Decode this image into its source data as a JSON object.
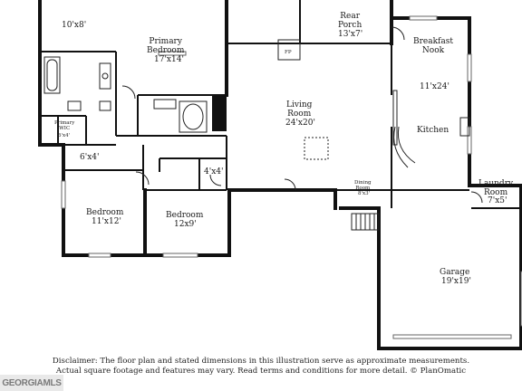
{
  "rooms": {
    "top_left_room": {
      "dims": "10'x8'"
    },
    "primary_bedroom": {
      "name": "Primary\nBedroom",
      "dims": "17'x14'"
    },
    "rear_porch": {
      "name": "Rear\nPorch",
      "dims": "13'x7'"
    },
    "breakfast_nook": {
      "name": "Breakfast\nNook",
      "dims": "11'x24'"
    },
    "fireplace": {
      "name": "FP"
    },
    "living_room": {
      "name": "Living\nRoom",
      "dims": "24'x20'"
    },
    "kitchen": {
      "name": "Kitchen"
    },
    "primary_wic": {
      "name": "Primary\nWIC",
      "dims": "6'x4'"
    },
    "closet_left": {
      "dims": "6'x4'"
    },
    "closet_mid": {
      "dims": "4'x4'"
    },
    "bedroom_left": {
      "name": "Bedroom",
      "dims": "11'x12'"
    },
    "bedroom_mid": {
      "name": "Bedroom",
      "dims": "12x9'"
    },
    "dining_room": {
      "name": "Dining\nRoom",
      "dims": "8'x3'"
    },
    "laundry_room": {
      "name": "Laundry\nRoom",
      "dims": "7'x5'"
    },
    "garage": {
      "name": "Garage",
      "dims": "19'x19'"
    }
  },
  "disclaimer": {
    "line1": "Disclaimer: The floor plan and stated dimensions in this illustration serve as approximate measurements.",
    "line2": "Actual square footage and features may vary. Read terms and conditions for more detail. © PlanOmatic"
  },
  "logo": {
    "text": "GEORGIAMLS"
  }
}
